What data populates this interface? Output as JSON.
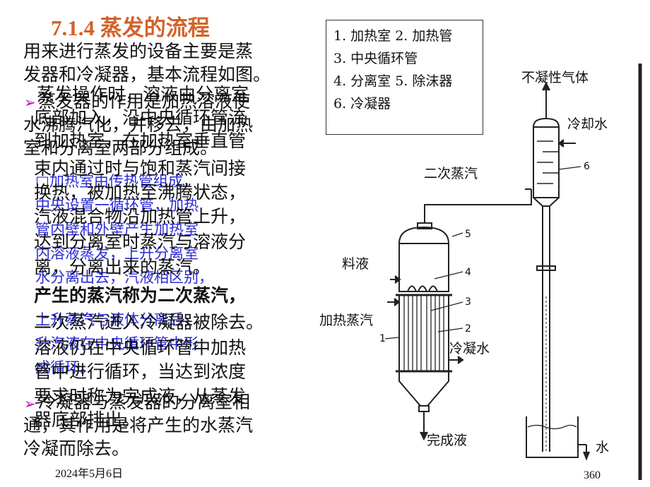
{
  "title": "7.1.4 蒸发的流程",
  "intro_lines": [
    "用来进行蒸发的设备主要是蒸",
    "发器和冷凝器，基本流程如图。"
  ],
  "layer_a": {
    "bullet1_lines": [
      "蒸发操作时，溶液由分离室",
      "底部加入，沿中央循环管流",
      "到加热室，在加热室垂直管"
    ],
    "lines": [
      "束内通过时与饱和蒸汽间接",
      "换热，被加热至沸腾状态，",
      "汽液混合物沿加热管上升，",
      "达到分离室时蒸汽与溶液分",
      "离，分离出来的蒸汽。"
    ],
    "bold_line": "产生的蒸汽称为二次蒸汽，",
    "lines2": [
      "二次蒸汽进入冷凝器被除去。",
      "溶液仍在中央循环管中加热",
      "管中进行循环，当达到浓度",
      "要求时称为完成液，从蒸发"
    ],
    "last_line": "器底部排出。"
  },
  "layer_b": {
    "bullet1_lines": [
      "蒸发器的作用是加热溶液使",
      "水沸腾汽化，并移去，由加热",
      "室和分离室两部分组成。"
    ],
    "blue_lines": [
      "□加热室由传热管组成，",
      "中央设置一循环管，加热",
      "管内壁和外壁产生加热室",
      "内溶液蒸发，上升分离室",
      "水分离出去，汽液相区别，",
      "上升蒸汽与液体分离后，",
      "升汽液在中央循环管中形",
      "成循环。"
    ],
    "bullet2_lines": [
      "冷凝器与蒸发器的分离室相",
      "通，其作用是将产生的水蒸汽",
      "冷凝而除去。"
    ]
  },
  "legend_lines": [
    "1. 加热室  2. 加热管",
    "3. 中央循环管",
    "4. 分离室  5. 除沫器",
    "6. 冷凝器"
  ],
  "diagram_labels": {
    "noncondensable": "不凝性气体",
    "cooling_water": "冷却水",
    "secondary_vapor": "二次蒸汽",
    "feed": "料液",
    "heating_steam": "加热蒸汽",
    "condensate": "冷凝水",
    "product": "完成液",
    "water": "水",
    "n1": "1",
    "n2": "2",
    "n3": "3",
    "n4": "4",
    "n5": "5",
    "n6": "6"
  },
  "footer": {
    "date": "2024年5月6日",
    "page": "360"
  },
  "colors": {
    "title": "#d4622a",
    "bullet": "#c000c0",
    "blue_text": "#2b2bd6"
  }
}
